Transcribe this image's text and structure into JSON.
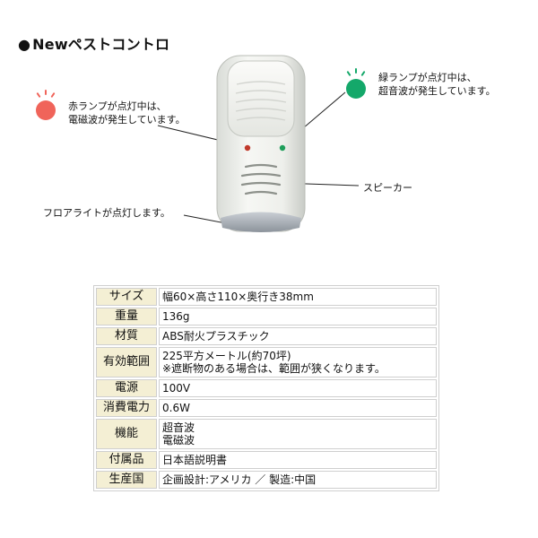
{
  "title": {
    "bullet": "●",
    "text": "Newペストコントロ"
  },
  "callouts": {
    "red_lamp": [
      "赤ランプが点灯中は、",
      "電磁波が発生しています。"
    ],
    "green_lamp": [
      "緑ランプが点灯中は、",
      "超音波が発生しています。"
    ],
    "speaker": "スピーカー",
    "floor_light": "フロアライトが点灯します。"
  },
  "colors": {
    "red_lamp": "#f0645a",
    "green_lamp": "#14a86a",
    "label_bg": "#f4efd4",
    "border": "#cfcfcf"
  },
  "specs": [
    {
      "label": "サイズ",
      "values": [
        "幅60×高さ110×奥行き38mm"
      ]
    },
    {
      "label": "重量",
      "values": [
        "136g"
      ]
    },
    {
      "label": "材質",
      "values": [
        "ABS耐火プラスチック"
      ]
    },
    {
      "label": "有効範囲",
      "values": [
        "225平方メートル(約70坪)",
        "※遮断物のある場合は、範囲が狭くなります。"
      ]
    },
    {
      "label": "電源",
      "values": [
        "100V"
      ]
    },
    {
      "label": "消費電力",
      "values": [
        "0.6W"
      ]
    },
    {
      "label": "機能",
      "values": [
        "超音波",
        "電磁波"
      ]
    },
    {
      "label": "付属品",
      "values": [
        "日本語説明書"
      ]
    },
    {
      "label": "生産国",
      "values": [
        "企画設計:アメリカ ／ 製造:中国"
      ]
    }
  ]
}
